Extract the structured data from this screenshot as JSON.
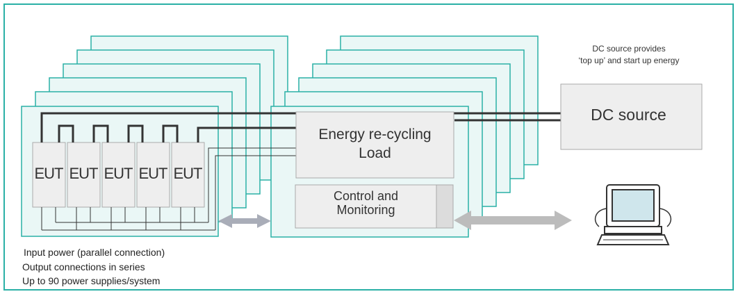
{
  "eut_units": [
    {
      "label": "EUT"
    },
    {
      "label": "EUT"
    },
    {
      "label": "EUT"
    },
    {
      "label": "EUT"
    },
    {
      "label": "EUT"
    }
  ],
  "load_box": {
    "line1": "Energy re-cycling",
    "line2": "Load"
  },
  "control_box": {
    "line1": "Control and",
    "line2": "Monitoring"
  },
  "dc_source": {
    "label": "DC source"
  },
  "dc_note": {
    "line1": "DC source provides",
    "line2": "‘top up’ and  start up energy"
  },
  "notes": [
    "Input power (parallel connection)",
    "Output connections in series",
    "Up to 90 power supplies/system"
  ],
  "colors": {
    "frame": "#2ab0a6",
    "panel_fill": "#eaf7f6",
    "box_fill": "#eeeeee",
    "box_border": "#aaaaaa",
    "wire": "#333333",
    "arrow": "#a9adb8"
  }
}
